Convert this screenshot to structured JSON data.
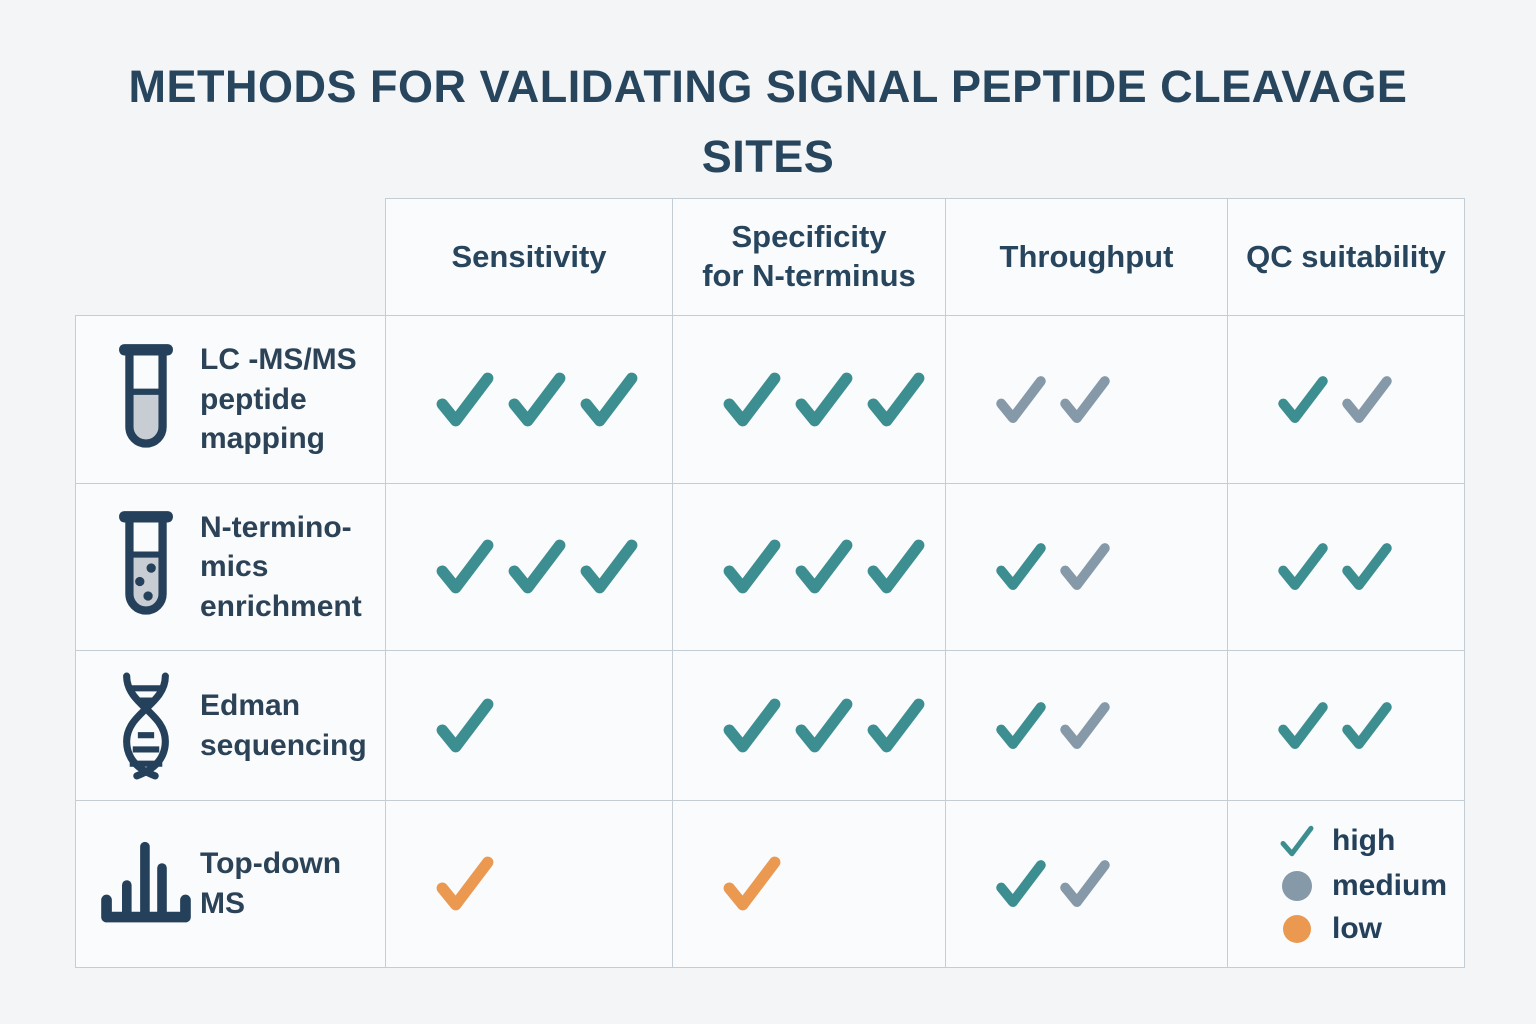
{
  "title": "METHODS FOR VALIDATING SIGNAL PEPTIDE CLEAVAGE SITES",
  "colors": {
    "high": "#3d8e91",
    "medium": "#8699a9",
    "low": "#eb9951",
    "navy": "#24405a",
    "border": "#c3cdd3",
    "background": "#f3f5f6",
    "tube_liquid": "#c7cdd2"
  },
  "table": {
    "columns": [
      "Sensitivity",
      "Specificity\nfor N-terminus",
      "Throughput",
      "QC suitability"
    ],
    "rows": [
      {
        "method": "LC -MS/MS\npeptide\nmapping",
        "icon": "test-tube-icon",
        "ratings": {
          "sensitivity": [
            "high",
            "high",
            "high"
          ],
          "specificity": [
            "high",
            "high",
            "high"
          ],
          "throughput": [
            "medium",
            "medium"
          ],
          "qc": [
            "high",
            "medium"
          ]
        }
      },
      {
        "method": "N-termino-\nmics\nenrichment",
        "icon": "test-tube-bubbles-icon",
        "ratings": {
          "sensitivity": [
            "high",
            "high",
            "high"
          ],
          "specificity": [
            "high",
            "high",
            "high"
          ],
          "throughput": [
            "high",
            "medium"
          ],
          "qc": [
            "high",
            "high"
          ]
        }
      },
      {
        "method": "Edman\nsequencing",
        "icon": "dna-helix-icon",
        "ratings": {
          "sensitivity": [
            "high"
          ],
          "specificity": [
            "high",
            "high",
            "high"
          ],
          "throughput": [
            "high",
            "medium"
          ],
          "qc": [
            "high",
            "high"
          ]
        }
      },
      {
        "method": "Top-down\nMS",
        "icon": "mass-spectrum-icon",
        "ratings": {
          "sensitivity": [
            "low"
          ],
          "specificity": [
            "low"
          ],
          "throughput": [
            "high",
            "medium"
          ]
        }
      }
    ]
  },
  "legend": [
    {
      "symbol": "check",
      "level": "high",
      "label": "high"
    },
    {
      "symbol": "dot",
      "level": "medium",
      "label": "medium"
    },
    {
      "symbol": "dot",
      "level": "low",
      "label": "low"
    }
  ]
}
